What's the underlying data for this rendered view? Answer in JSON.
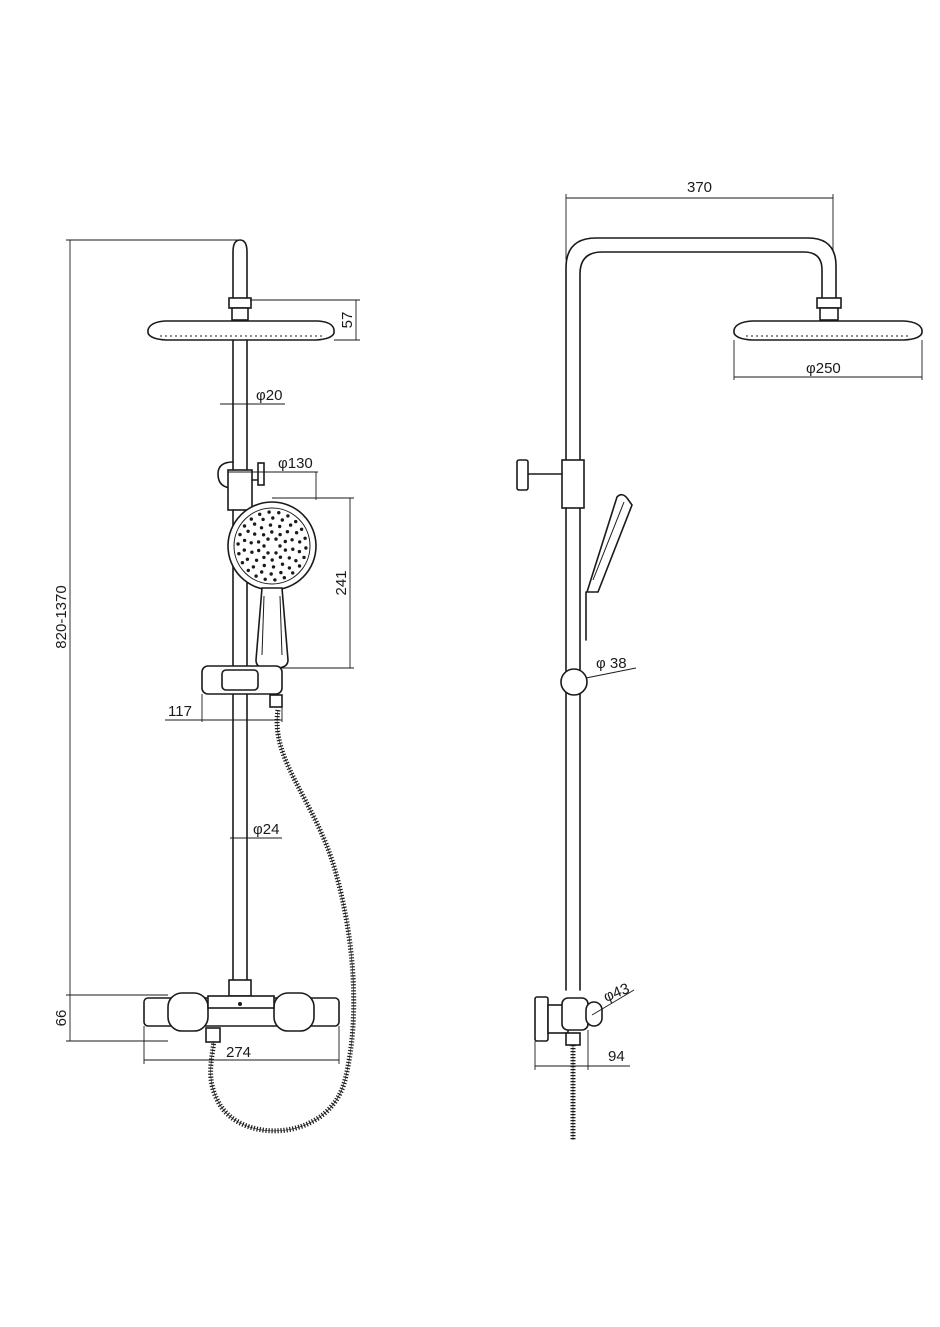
{
  "front_view": {
    "dimensions": {
      "overall_height": "820-1370",
      "head_height": "57",
      "pipe_diameter": "φ20",
      "hand_shower_diameter": "φ130",
      "hand_shower_length": "241",
      "holder_offset": "117",
      "riser_diameter": "φ24",
      "mixer_height": "66",
      "mixer_width": "274"
    }
  },
  "side_view": {
    "dimensions": {
      "arm_reach": "370",
      "head_diameter": "φ250",
      "diverter_diameter": "φ 38",
      "mixer_knob_diameter": "φ43",
      "wall_offset": "94"
    }
  }
}
